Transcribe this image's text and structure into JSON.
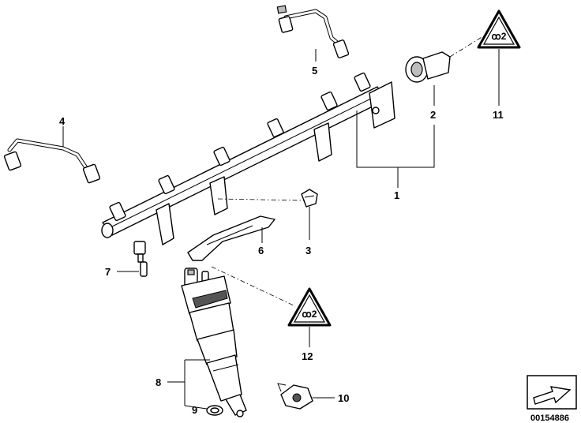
{
  "diagram": {
    "callouts": {
      "c1": "1",
      "c2": "2",
      "c3": "3",
      "c4": "4",
      "c5": "5",
      "c6": "6",
      "c7": "7",
      "c8": "8",
      "c9": "9",
      "c10": "10",
      "c11": "11",
      "c12": "12"
    },
    "catalog_number": "00154886"
  }
}
